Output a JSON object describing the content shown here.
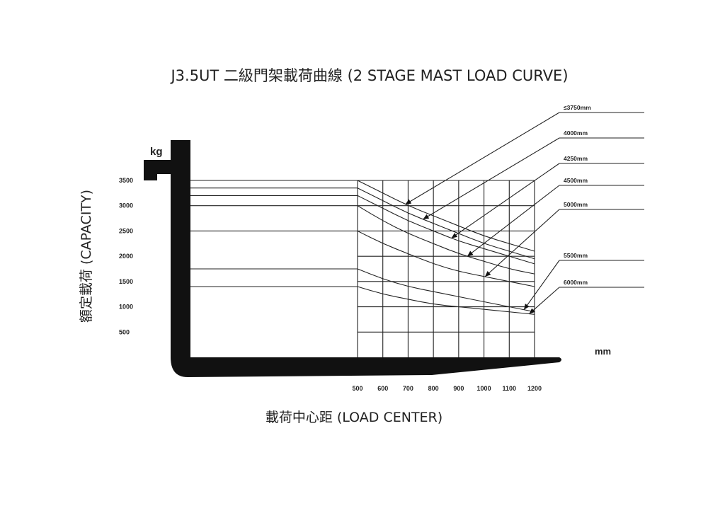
{
  "chart_data": {
    "type": "line",
    "title": "J3.5UT 二級門架載荷曲線 (2 STAGE MAST LOAD CURVE)",
    "xlabel": "載荷中心距 (LOAD CENTER)",
    "ylabel": "額定載荷 (CAPACITY)",
    "y_unit": "kg",
    "x_unit": "mm",
    "x_ticks": [
      "500",
      "600",
      "700",
      "800",
      "900",
      "1000",
      "1100",
      "1200"
    ],
    "y_ticks": [
      "3500",
      "3000",
      "2500",
      "2000",
      "1500",
      "1000",
      "500"
    ],
    "xlim": [
      500,
      1200
    ],
    "ylim": [
      0,
      3500
    ],
    "grid": true,
    "x": [
      500,
      600,
      700,
      800,
      900,
      1000,
      1100,
      1200
    ],
    "series": [
      {
        "name": "≤3750mm",
        "values": [
          3500,
          3250,
          3000,
          2800,
          2600,
          2400,
          2250,
          2100
        ]
      },
      {
        "name": "4000mm",
        "values": [
          3350,
          3100,
          2850,
          2650,
          2450,
          2250,
          2100,
          1950
        ]
      },
      {
        "name": "4250mm",
        "values": [
          3200,
          2950,
          2700,
          2500,
          2300,
          2150,
          2000,
          1850
        ]
      },
      {
        "name": "4500mm",
        "values": [
          3000,
          2700,
          2450,
          2250,
          2050,
          1900,
          1750,
          1650
        ]
      },
      {
        "name": "5000mm",
        "values": [
          2500,
          2250,
          2050,
          1850,
          1700,
          1600,
          1500,
          1400
        ]
      },
      {
        "name": "5500mm",
        "values": [
          1750,
          1550,
          1400,
          1300,
          1200,
          1100,
          1000,
          900
        ]
      },
      {
        "name": "6000mm",
        "values": [
          1400,
          1250,
          1150,
          1050,
          1000,
          950,
          900,
          850
        ]
      }
    ]
  }
}
